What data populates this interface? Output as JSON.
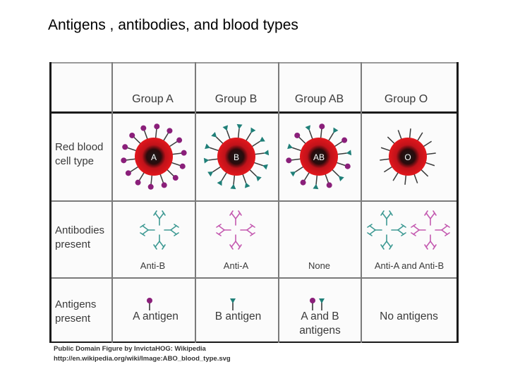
{
  "title": "Antigens , antibodies, and blood types",
  "columns": [
    {
      "name": "Group A",
      "cell_label": "A",
      "antibodies": "Anti-B",
      "antigens": [
        "A antigen"
      ]
    },
    {
      "name": "Group B",
      "cell_label": "B",
      "antibodies": "Anti-A",
      "antigens": [
        "B antigen"
      ]
    },
    {
      "name": "Group AB",
      "cell_label": "AB",
      "antibodies": "None",
      "antigens": [
        "A and B",
        "antigens"
      ]
    },
    {
      "name": "Group O",
      "cell_label": "O",
      "antibodies": "Anti-A and Anti-B",
      "antigens": [
        "No antigens"
      ]
    }
  ],
  "rows": {
    "red_cell": [
      "Red blood",
      "cell type"
    ],
    "antibodies": [
      "Antibodies",
      "present"
    ],
    "antigens": [
      "Antigens",
      "present"
    ]
  },
  "credit": {
    "line1": "Public Domain Figure by InvictaHOG: Wikipedia",
    "line2": "http://en.wikipedia.org/wiki/Image:ABO_blood_type.svg"
  },
  "colors": {
    "antigen_a": "#8a1f7a",
    "antigen_b": "#1f7f78",
    "anti_a": "#c45ab0",
    "anti_b": "#3f9a94",
    "cell_red": "#e2171c",
    "cell_core": "#1a1a1a"
  }
}
